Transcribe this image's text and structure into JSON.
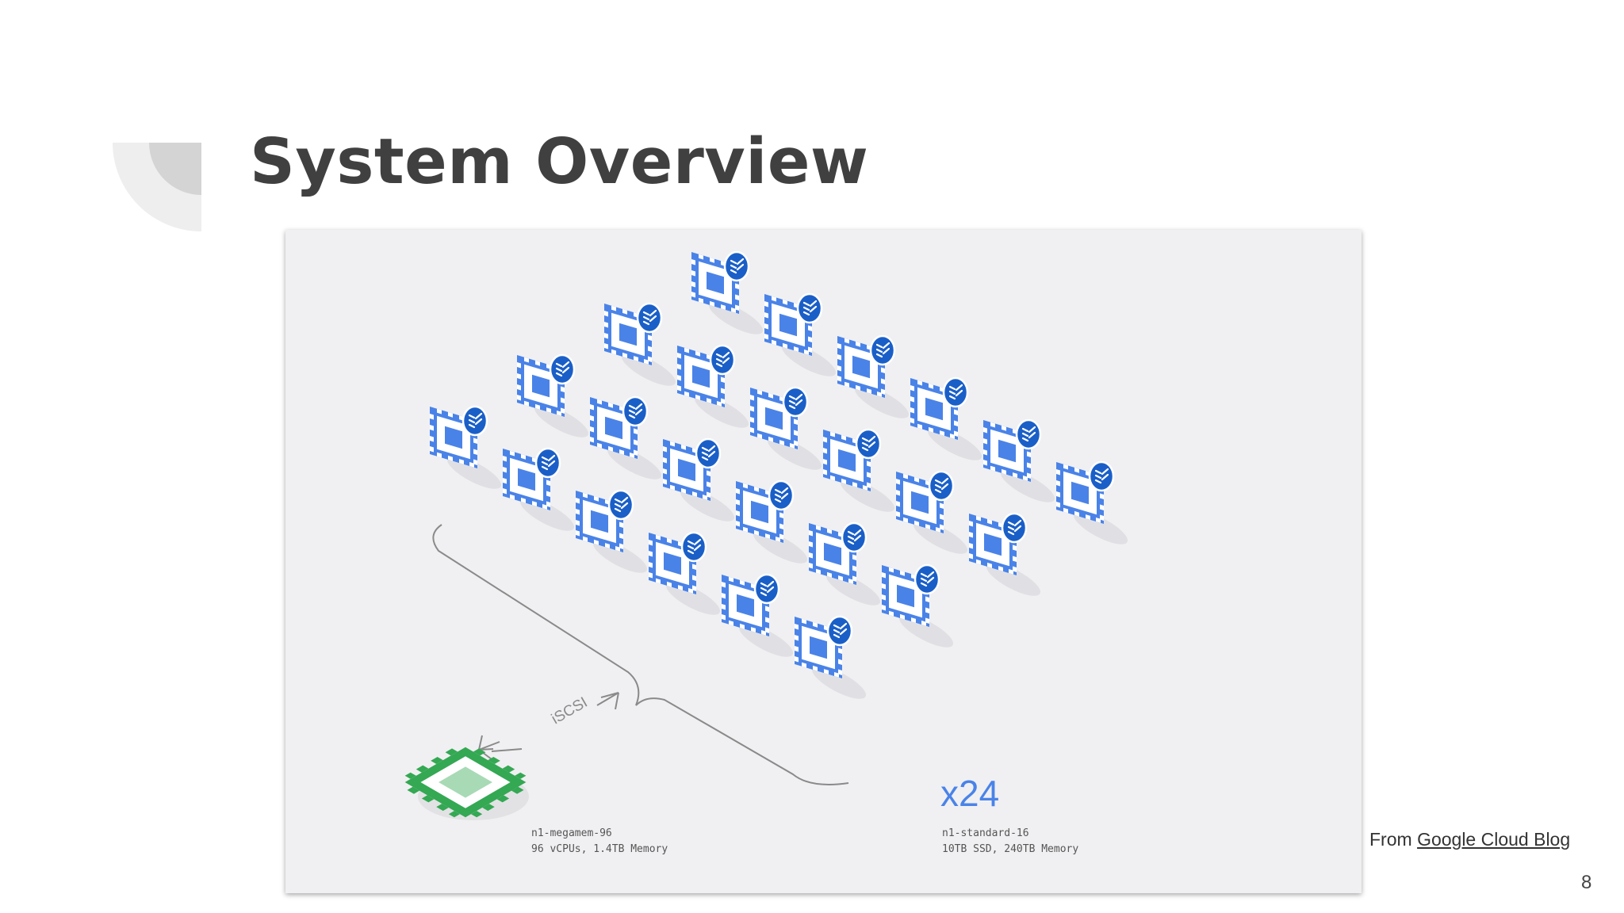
{
  "slide": {
    "title": "System Overview",
    "page_number": "8",
    "source_prefix": "From",
    "source_link": "Google Cloud Blog"
  },
  "diagram": {
    "protocol_label": "iSCSI",
    "multiplier_label": "x24",
    "master_node": {
      "name": "n1-megamem-96",
      "specs": "96 vCPUs, 1.4TB Memory",
      "color": "#34a853"
    },
    "worker_nodes": {
      "count": 24,
      "name": "n1-standard-16",
      "specs": "10TB SSD, 240TB Memory",
      "color": "#4285f4",
      "badge_color": "#1a73e8"
    }
  }
}
